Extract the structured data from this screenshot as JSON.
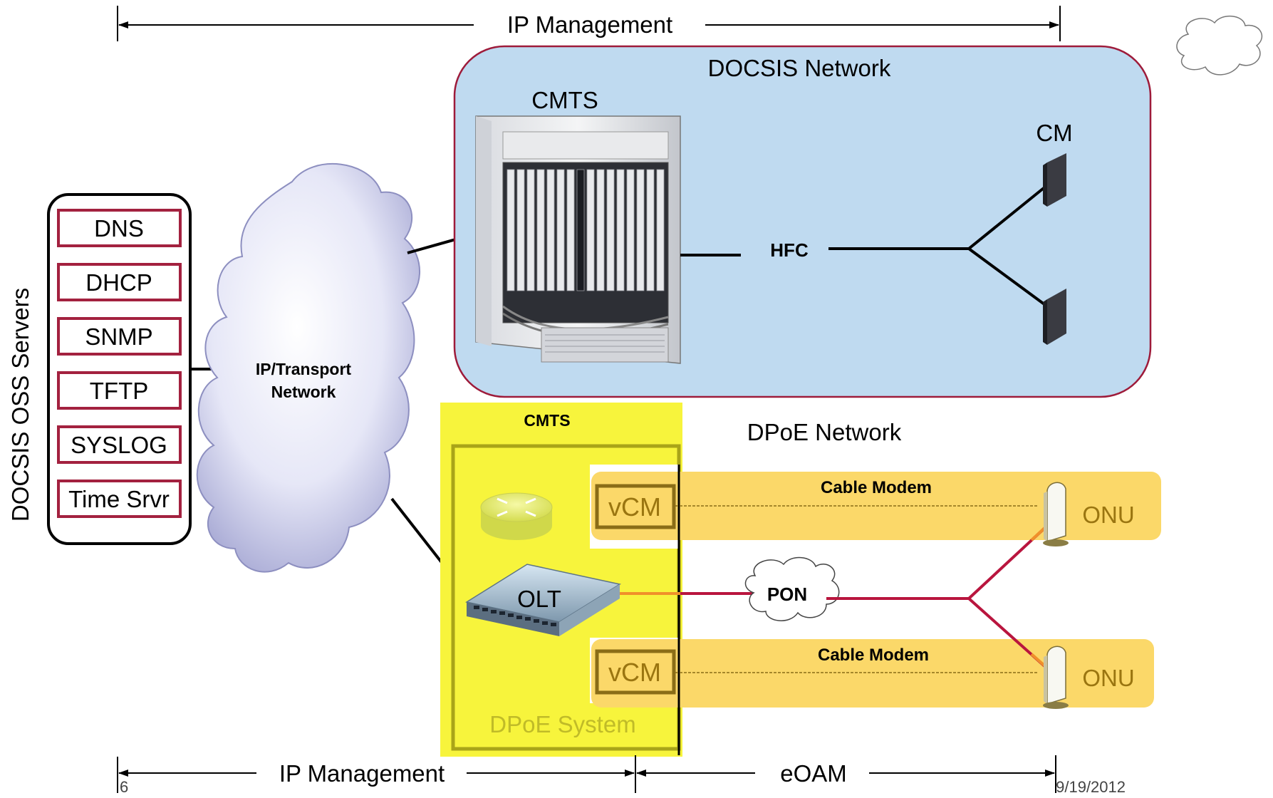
{
  "top_bar": {
    "label": "IP Management"
  },
  "oss": {
    "title": "DOCSIS OSS Servers",
    "servers": [
      "DNS",
      "DHCP",
      "SNMP",
      "TFTP",
      "SYSLOG",
      "Time Srvr"
    ]
  },
  "transport": {
    "label": "IP/Transport Network"
  },
  "docsis": {
    "title": "DOCSIS Network",
    "cmts_label": "CMTS",
    "hfc_label": "HFC",
    "cm_label": "CM"
  },
  "dpoe": {
    "title": "DPoE Network",
    "cmts_label": "CMTS",
    "system_label": "DPoE System",
    "olt_label": "OLT",
    "pon_label": "PON",
    "vcm_label": "vCM",
    "cable_modem_label": "Cable Modem",
    "onu_label": "ONU"
  },
  "bottom_bar": {
    "ip_label": "IP Management",
    "eoam_label": "eOAM"
  },
  "footer": {
    "page_number": "6",
    "date": "9/19/2012"
  },
  "colors": {
    "docsis_fill": "#bfdaf0",
    "docsis_border": "#9e1b3a",
    "server_border": "#a3213f",
    "dpoe_fill": "#f7f43c",
    "dpoe_inner": "#a9a418",
    "modem_bar": "#fbd869",
    "pon_line": "#b9153e",
    "olt_link": "#f0902a"
  }
}
